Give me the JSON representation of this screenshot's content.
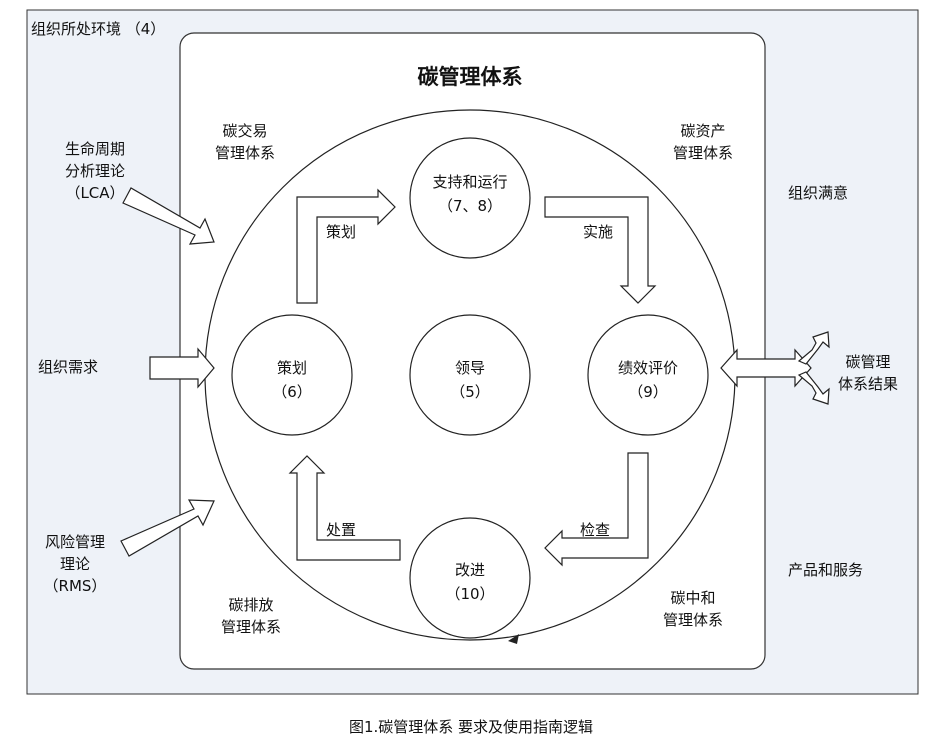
{
  "outer_label": "组织所处环境 （4）",
  "system_title": "碳管理体系",
  "corners": {
    "trading": [
      "碳交易",
      "管理体系"
    ],
    "asset": [
      "碳资产",
      "管理体系"
    ],
    "emission": [
      "碳排放",
      "管理体系"
    ],
    "neutral": [
      "碳中和",
      "管理体系"
    ]
  },
  "circles": {
    "support": [
      "支持和运行",
      "（7、8）"
    ],
    "plan": [
      "策划",
      "（6）"
    ],
    "lead": [
      "领导",
      "（5）"
    ],
    "eval": [
      "绩效评价",
      "（9）"
    ],
    "improve": [
      "改进",
      "（10）"
    ]
  },
  "flow_labels": {
    "plan": "策划",
    "implement": "实施",
    "check": "检查",
    "dispose": "处置"
  },
  "inputs": {
    "lca": [
      "生命周期",
      "分析理论",
      "（LCA）"
    ],
    "needs": "组织需求",
    "rms": [
      "风险管理",
      "理论",
      "（RMS）"
    ]
  },
  "outputs": {
    "satisfaction": "组织满意",
    "results": [
      "碳管理",
      "体系结果"
    ],
    "products": "产品和服务"
  },
  "caption": "图1.碳管理体系    要求及使用指南逻辑"
}
